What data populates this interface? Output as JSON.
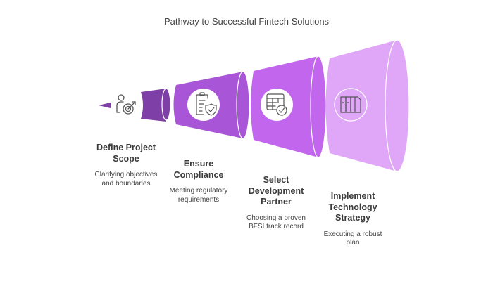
{
  "title": "Pathway to Successful Fintech Solutions",
  "colors": {
    "seg1": "#7e3fa6",
    "seg2": "#a855d8",
    "seg3": "#c266ee",
    "seg4": "#e0a6f7",
    "icon": "#555555",
    "text": "#333333"
  },
  "steps": [
    {
      "title_lines": [
        "Define Project",
        "Scope"
      ],
      "desc_lines": [
        "Clarifying objectives",
        "and boundaries"
      ],
      "icon": "person-target-icon"
    },
    {
      "title_lines": [
        "Ensure",
        "Compliance"
      ],
      "desc_lines": [
        "Meeting regulatory",
        "requirements"
      ],
      "icon": "clipboard-shield-icon"
    },
    {
      "title_lines": [
        "Select",
        "Development",
        "Partner"
      ],
      "desc_lines": [
        "Choosing a proven",
        "BFSI track record"
      ],
      "icon": "table-check-icon"
    },
    {
      "title_lines": [
        "Implement",
        "Technology",
        "Strategy"
      ],
      "desc_lines": [
        "Executing a robust",
        "plan"
      ],
      "icon": "books-icon"
    }
  ]
}
